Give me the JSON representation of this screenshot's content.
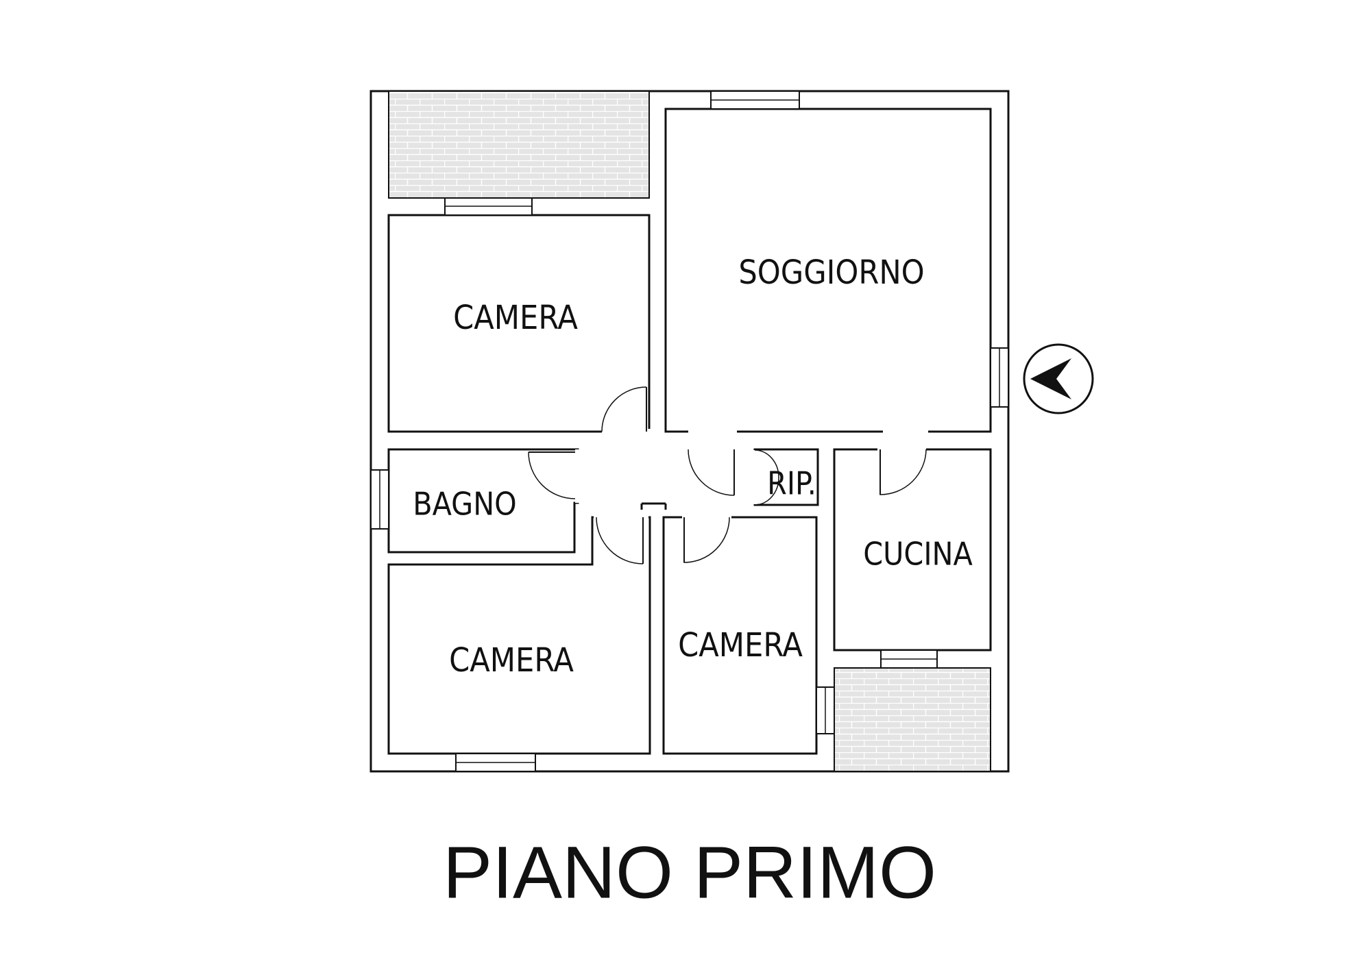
{
  "title": "PIANO PRIMO",
  "rooms": [
    {
      "id": "camera-nw",
      "label": "CAMERA"
    },
    {
      "id": "soggiorno",
      "label": "SOGGIORNO"
    },
    {
      "id": "bagno",
      "label": "BAGNO"
    },
    {
      "id": "ripostiglio",
      "label": "RIP."
    },
    {
      "id": "cucina",
      "label": "CUCINA"
    },
    {
      "id": "camera-sw",
      "label": "CAMERA"
    },
    {
      "id": "camera-s",
      "label": "CAMERA"
    }
  ],
  "north_arrow": {
    "icon": "north-arrow-icon",
    "direction": "west"
  },
  "colors": {
    "line": "#111111",
    "terrace_fill": "#e4e4e4",
    "background": "#ffffff"
  }
}
